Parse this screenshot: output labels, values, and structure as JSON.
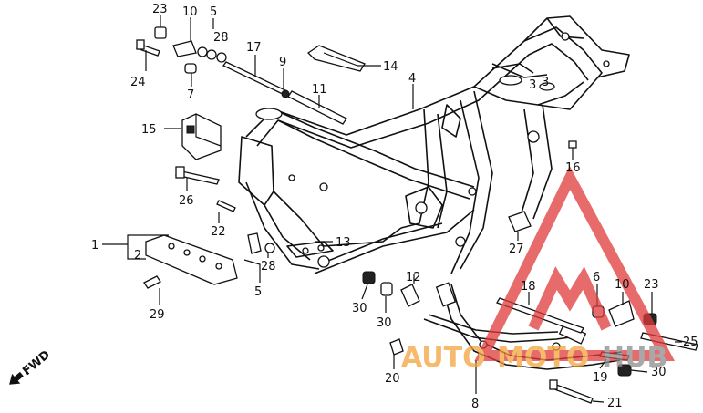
{
  "diagram": {
    "callouts": {
      "c23a": "23",
      "c10a": "10",
      "c5a": "5",
      "c28a": "28",
      "c24": "24",
      "c7": "7",
      "c17": "17",
      "c9": "9",
      "c14": "14",
      "c4": "4",
      "c3a": "3",
      "c3b": "3",
      "c11": "11",
      "c15": "15",
      "c16": "16",
      "c26": "26",
      "c22": "22",
      "c1": "1",
      "c2": "2",
      "c13": "13",
      "c28b": "28",
      "c5b": "5",
      "c29": "29",
      "c12": "12",
      "c30a": "30",
      "c30b": "30",
      "c27": "27",
      "c18": "18",
      "c6": "6",
      "c10b": "10",
      "c23b": "23",
      "c25": "25",
      "c20": "20",
      "c19": "19",
      "c30c": "30",
      "c8": "8",
      "c21": "21"
    },
    "fwd_label": "FWD"
  },
  "watermark": {
    "text_auto": "AUTO",
    "text_moto": "MOTO",
    "text_hub": "HUB",
    "color_red": "#e03a3a",
    "color_orange": "#f2a33a",
    "color_grey": "#8c8c8c"
  }
}
